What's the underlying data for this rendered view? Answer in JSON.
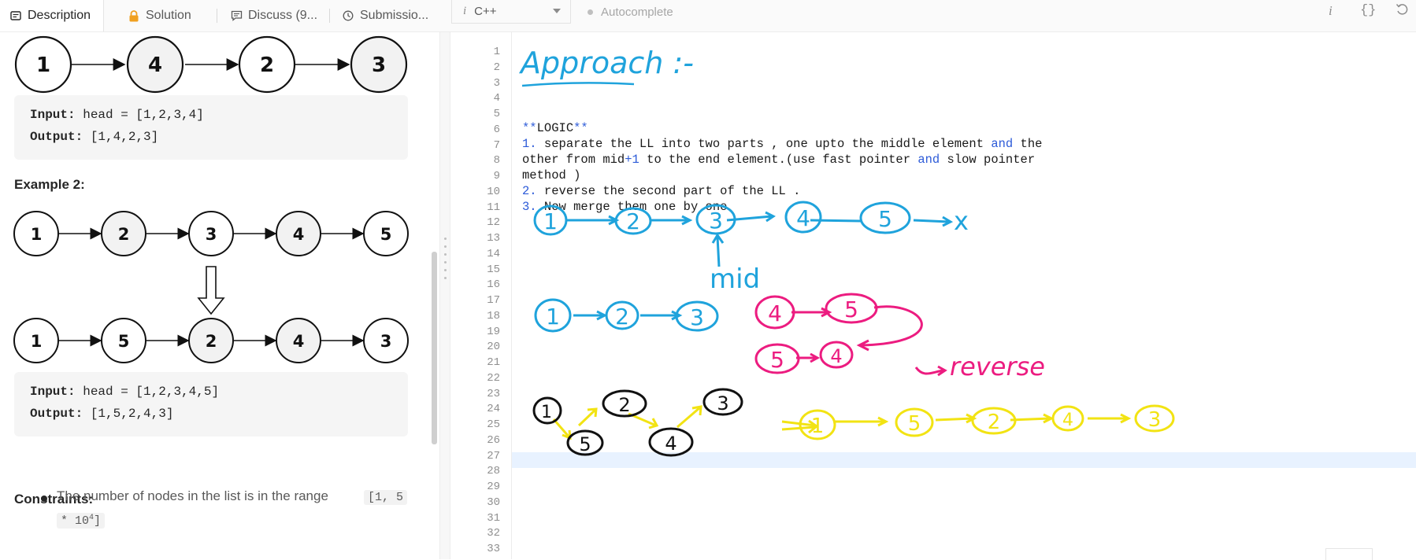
{
  "tabs": [
    {
      "label": "Description",
      "icon": "description-icon",
      "active": true
    },
    {
      "label": "Solution",
      "icon": "lock-icon"
    },
    {
      "label": "Discuss (9...",
      "icon": "discuss-icon"
    },
    {
      "label": "Submissio...",
      "icon": "clock-icon"
    }
  ],
  "editor_toolbar": {
    "language": "C++",
    "language_icon": "i",
    "autocomplete": "Autocomplete",
    "info_icon": "i",
    "braces_icon": "{}"
  },
  "description": {
    "example1_nodes": [
      "1",
      "4",
      "2",
      "3"
    ],
    "example1_input_label": "Input:",
    "example1_input_value": "head = [1,2,3,4]",
    "example1_output_label": "Output:",
    "example1_output_value": "[1,4,2,3]",
    "example2_heading": "Example 2:",
    "example2_nodes_top": [
      "1",
      "2",
      "3",
      "4",
      "5"
    ],
    "example2_nodes_bottom": [
      "1",
      "5",
      "2",
      "4",
      "3"
    ],
    "example2_input_label": "Input:",
    "example2_input_value": "head = [1,2,3,4,5]",
    "example2_output_label": "Output:",
    "example2_output_value": "[1,5,2,4,3]",
    "constraints_heading": "Constraints:",
    "constraint1_text": "The number of nodes in the list is in the range",
    "constraint1_code_a": "[1, 5",
    "constraint1_code_b": "* 10",
    "constraint1_code_exp": "4",
    "constraint1_code_c": "]"
  },
  "editor": {
    "line_numbers": [
      "1",
      "2",
      "3",
      "4",
      "5",
      "6",
      "7",
      "8",
      "9",
      "10",
      "11",
      "12",
      "13",
      "14",
      "15",
      "16",
      "17",
      "18",
      "19",
      "20",
      "21",
      "22",
      "23",
      "24",
      "25",
      "26",
      "27",
      "28",
      "29",
      "30",
      "31",
      "32",
      "33"
    ],
    "line6_a": "**",
    "line6_b": "LOGIC",
    "line6_c": "**",
    "line7_num": "1.",
    "line7_a": " separate the LL into two parts , one upto the middle element ",
    "line7_and": "and",
    "line7_b": " the",
    "line8_a": "other from mid",
    "line8_plus": "+1",
    "line8_b": " to the end element.(use fast pointer ",
    "line8_and": "and",
    "line8_c": " slow pointer",
    "line9": "method )",
    "line10_num": "2.",
    "line10_text": " reverse the second part of the LL .",
    "line11_num": "3.",
    "line11_text": " Now merge them one by one"
  },
  "sketch": {
    "title": "Approach :-",
    "row1_nodes": [
      "1",
      "2",
      "3",
      "4",
      "5"
    ],
    "row1_end": "x",
    "mid_label": "mid",
    "row2_left": [
      "1",
      "2",
      "3"
    ],
    "row2_right": [
      "4",
      "5"
    ],
    "row3_reversed": [
      "5",
      "4"
    ],
    "reverse_label": "reverse",
    "merge_black": [
      "1",
      "2",
      "3",
      "5",
      "4"
    ],
    "merge_result": [
      "1",
      "5",
      "2",
      "4",
      "3"
    ],
    "arrow_symbol": "⇒"
  },
  "colors": {
    "blue_ink": "#1fa3dc",
    "pink_ink": "#ec1c80",
    "yellow_ink": "#f2e313",
    "black_ink": "#111111",
    "keyword": "#2d5bd8"
  }
}
